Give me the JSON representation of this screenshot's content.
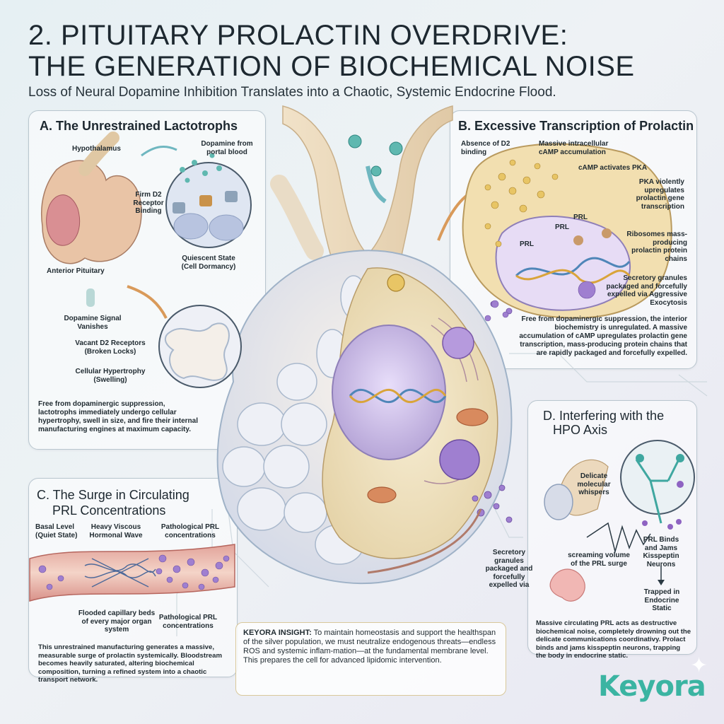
{
  "header": {
    "title_line1": "2. PITUITARY PROLACTIN OVERDRIVE:",
    "title_line2": "THE GENERATION OF BIOCHEMICAL NOISE",
    "subtitle": "Loss of Neural Dopamine Inhibition Translates into a Chaotic, Systemic Endocrine Flood."
  },
  "panel_a": {
    "title": "A. The Unrestrained Lactotrophs",
    "labels": {
      "hypothalamus": "Hypothalamus",
      "dopamine_portal": "Dopamine from portal blood",
      "firm_d2": "Firm D2 Receptor Binding",
      "quiescent": "Quiescent State (Cell Dormancy)",
      "anterior_pituitary": "Anterior Pituitary",
      "dopamine_vanishes": "Dopamine Signal Vanishes",
      "vacant_d2": "Vacant D2 Receptors (Broken Locks)",
      "hypertrophy": "Cellular Hypertrophy (Swelling)"
    },
    "paragraph": "Free from dopaminergic suppression, lactotrophs immediately undergo cellular hypertrophy, swell in size, and fire their internal manufacturing engines at maximum capacity."
  },
  "panel_b": {
    "title": "B. Excessive Transcription of Prolactin",
    "labels": {
      "absence_d2": "Absence of D2 binding",
      "camp_accum": "Massive intracellular cAMP accumulation",
      "camp_pka": "cAMP activates PKA",
      "pka_upregulates": "PKA violently upregulates prolactin gene transcription",
      "prl": "PRL",
      "ribosomes": "Ribosomes mass-producing prolactin protein chains",
      "secretory": "Secretory granules packaged and forcefully expelled via Aggressive Exocytosis"
    },
    "paragraph": "Free from dopaminergic suppression, the interior biochemistry is unregulated. A massive accumulation of cAMP upregulates prolactin gene transcription, mass-producing protein chains that are rapidly packaged and forcefully expelled."
  },
  "panel_c": {
    "title_line1": "C. The Surge in Circulating",
    "title_line2": "PRL Concentrations",
    "labels": {
      "basal": "Basal Level (Quiet State)",
      "viscous": "Heavy Viscous Hormonal Wave",
      "pathological_top": "Pathological PRL concentrations",
      "flooded": "Flooded capillary beds of every major organ system",
      "pathological_bottom": "Pathological PRL concentrations"
    },
    "paragraph": "This unrestrained manufacturing generates a massive, measurable surge of prolactin systemically. Bloodstream becomes heavily saturated, altering biochemical composition, turning a refined system into a chaotic transport network."
  },
  "panel_d": {
    "title_line1": "D. Interfering with the",
    "title_line2": "HPO Axis",
    "labels": {
      "whispers": "Delicate molecular whispers",
      "screaming": "screaming volume of the PRL surge",
      "binds": "PRL Binds and Jams Kisspeptin Neurons",
      "trapped": "Trapped in Endocrine Static"
    },
    "paragraph": "Massive circulating PRL acts as destructive biochemical noise, completely drowning out the delicate communications coordinativy. Prolact binds and jams kisspeptin neurons, trapping the body in endocrine static."
  },
  "center": {
    "secretory_label": "Secretory granules packaged and forcefully expelled via"
  },
  "insight": {
    "lead": "KEYORA INSIGHT:",
    "text": " To maintain homeostasis and support the healthspan of the silver population, we must neutralize endogenous threats—endless ROS and systemic inflam-mation—at the fundamental membrane level. This prepares the cell for advanced lipidomic intervention."
  },
  "logo": {
    "text": "Keyora"
  },
  "colors": {
    "teal": "#3fa7a0",
    "purple": "#8e63c2",
    "gold": "#d9a43a",
    "tissue": "#e9b8a8",
    "cream": "#f4e9d2",
    "panel_border": "#b9c6cf"
  }
}
